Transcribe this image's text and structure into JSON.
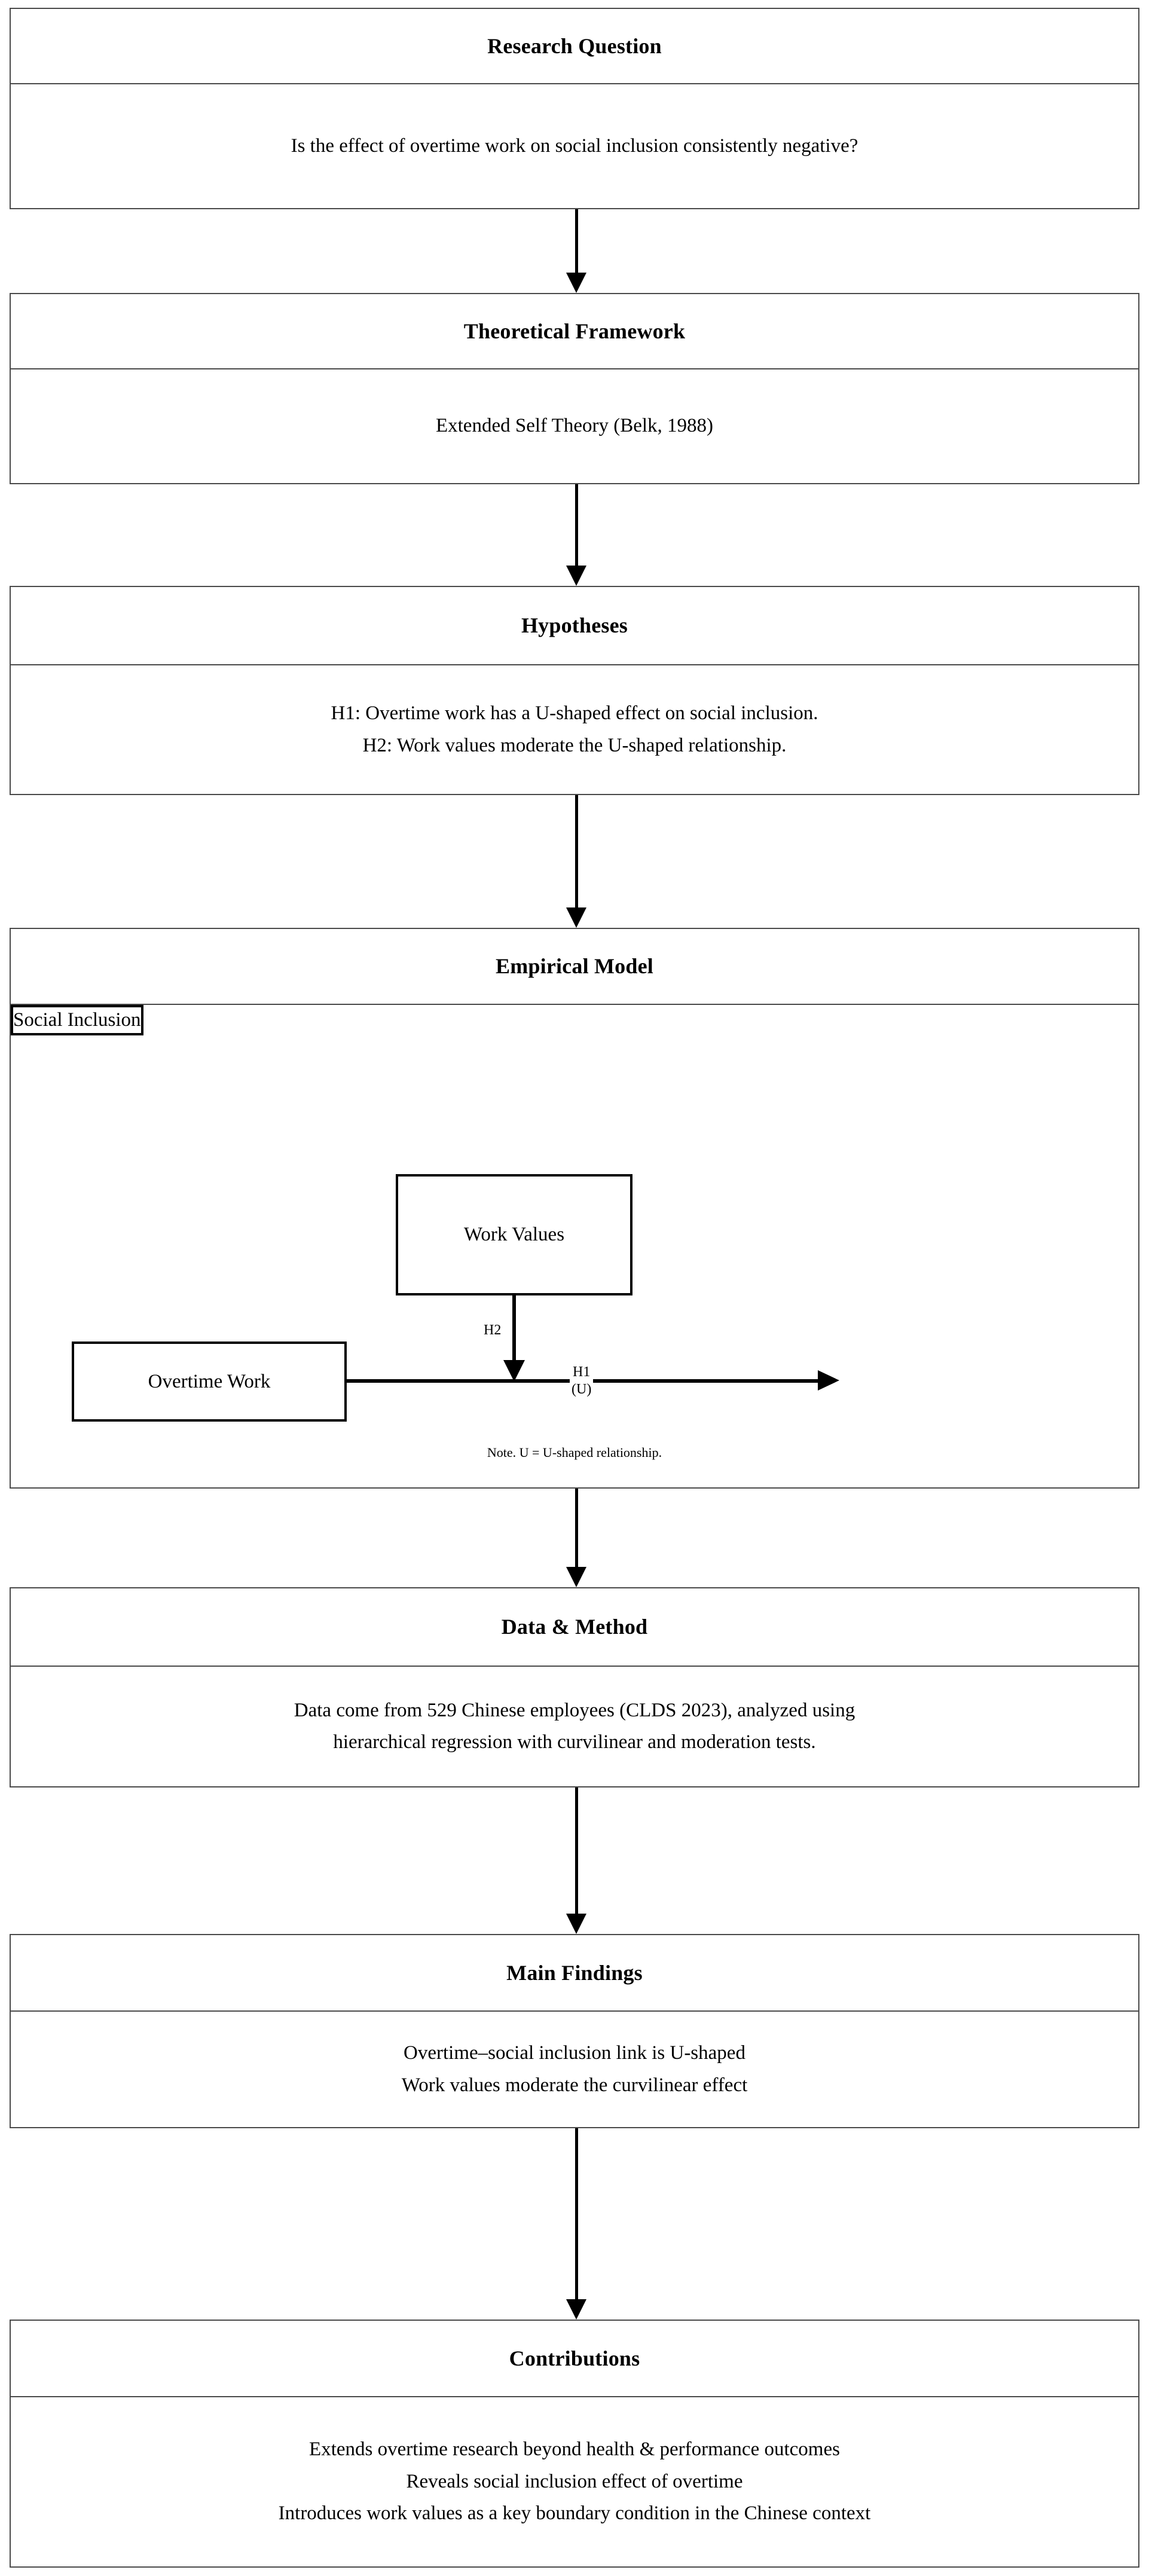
{
  "figure": {
    "type": "research-flowchart",
    "orientation": "vertical-top-to-bottom"
  },
  "stages": [
    {
      "id": "research-question",
      "title": "Research Question",
      "body": "Is the effect of overtime work on social inclusion consistently negative?"
    },
    {
      "id": "theoretical-framework",
      "title": "Theoretical Framework",
      "body": "Extended Self Theory (Belk, 1988)"
    },
    {
      "id": "hypotheses",
      "title": "Hypotheses",
      "body": "H1: Overtime work has a U-shaped effect on social inclusion.\nH2: Work values moderate the U-shaped relationship."
    },
    {
      "id": "empirical-model",
      "title": "Empirical Model",
      "body": ""
    },
    {
      "id": "data-method",
      "title": "Data & Method",
      "body": "Data come from 529 Chinese employees (CLDS 2023), analyzed using\nhierarchical regression with curvilinear and moderation tests."
    },
    {
      "id": "main-findings",
      "title": "Main Findings",
      "body": "Overtime–social inclusion link is U-shaped\nWork values moderate the curvilinear effect"
    },
    {
      "id": "contributions",
      "title": "Contributions",
      "body": "Extends overtime research beyond health & performance outcomes\nReveals social inclusion effect of overtime\nIntroduces work values as a key boundary condition in the Chinese context"
    }
  ],
  "empirical_model": {
    "nodes": {
      "moderator": "Work Values",
      "predictor": "Overtime Work",
      "outcome": "Social Inclusion"
    },
    "edges": {
      "moderation_label": "H2",
      "main_effect_label": "H1",
      "main_effect_shape": "(U)"
    },
    "note": "Note. U = U-shaped relationship."
  },
  "colors": {
    "box_border": "#4a4a4a",
    "node_border": "#000000",
    "arrow": "#000000",
    "text": "#000000",
    "background": "#ffffff"
  }
}
